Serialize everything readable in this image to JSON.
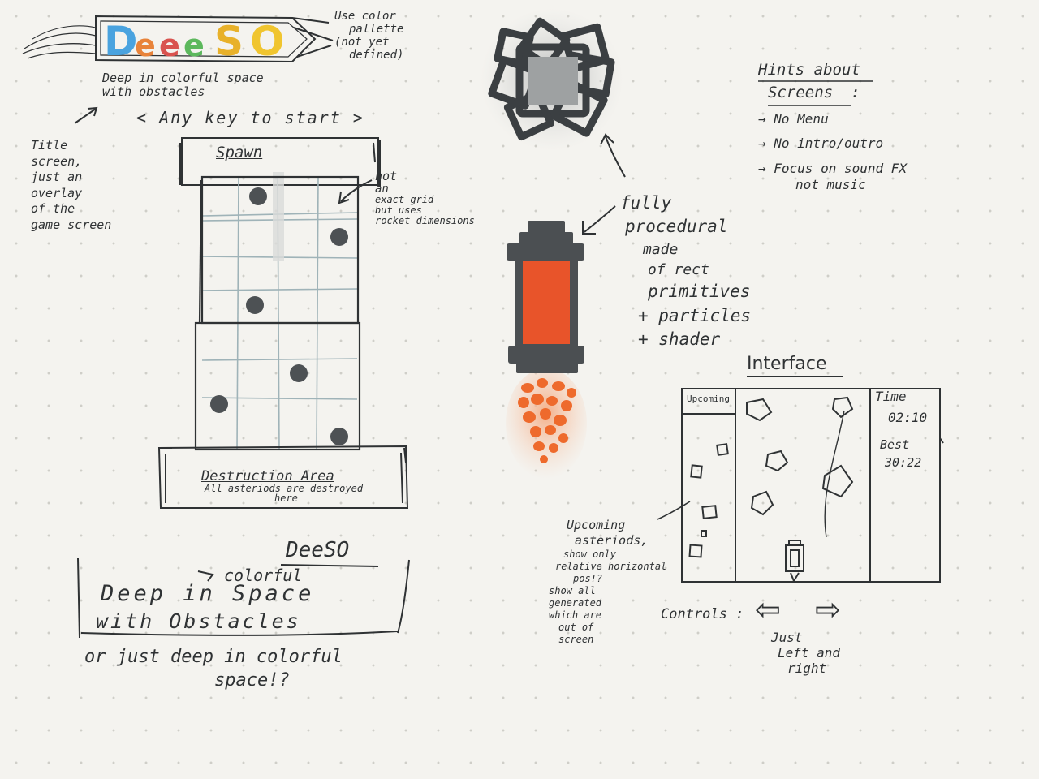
{
  "logo": {
    "letters": [
      {
        "char": "D",
        "color": "#4aa3df"
      },
      {
        "char": "e",
        "color": "#e8833a"
      },
      {
        "char": "e",
        "color": "#d9534f"
      },
      {
        "char": "e",
        "color": "#5cb85c"
      },
      {
        "char": "S",
        "color": "#e8b12a"
      },
      {
        "char": "O",
        "color": "#f0c52f"
      }
    ]
  },
  "title_notes": {
    "palette": [
      "Use color",
      "pallette",
      "(not yet",
      "defined)"
    ],
    "subtitle": [
      "Deep in colorful space",
      "with obstacles"
    ],
    "start_prompt": "< Any key to start >",
    "title_screen": [
      "Title",
      "screen,",
      "just an",
      "overlay",
      "of the",
      "game screen"
    ]
  },
  "playfield": {
    "spawn_label": "Spawn",
    "grid_note": [
      "not",
      "an",
      "exact grid",
      "but uses",
      "rocket dimensions"
    ],
    "destruction_label": "Destruction Area",
    "destruction_note": [
      "All asteriods are destroyed",
      "here"
    ]
  },
  "rocket_notes": [
    "fully",
    "procedural",
    "made",
    "of rect",
    "primitives",
    "+ particles",
    "+ shader"
  ],
  "hints": {
    "title": [
      "Hints about",
      "Screens"
    ],
    "items": [
      "→ No Menu",
      "→ No intro/outro",
      "→ Focus on sound FX",
      "not music"
    ]
  },
  "interface": {
    "title": "Interface",
    "upcoming_header": "Upcoming",
    "time_label": "Time",
    "time_value": "02:10",
    "best_label": "Best",
    "best_value": "30:22",
    "upcoming_note": [
      "Upcoming",
      "asteriods,",
      "show only",
      "relative horizontal",
      "pos!?",
      "show all",
      "generated",
      "which are",
      "out of",
      "screen"
    ]
  },
  "controls": {
    "label": "Controls :",
    "left_arrow": "⇦",
    "right_arrow": "⇨",
    "note": [
      "Just",
      "Left and",
      "right"
    ]
  },
  "name_box": {
    "title": "DeeSO",
    "insert": "colorful",
    "line1": "Deep in Space",
    "line2": "with Obstacles",
    "question": [
      "or just deep in colorful",
      "space!?"
    ]
  },
  "colors": {
    "ink": "#2f3234",
    "rocket_body": "#e8542a",
    "rocket_metal": "#4b4f52",
    "flame": "#ef7a3a",
    "grid": "#9fb3b8",
    "asteroid": "#4d5154"
  }
}
